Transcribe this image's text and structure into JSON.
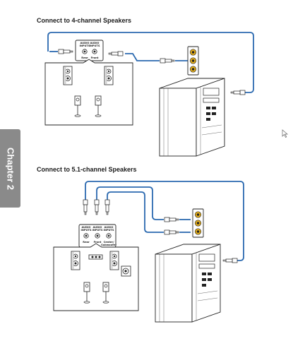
{
  "page": {
    "heading_4ch": "Connect to 4-channel Speakers",
    "heading_51ch": "Connect to 5.1-channel Speakers",
    "chapter_tab": "Chapter 2"
  },
  "diagram_4ch": {
    "jacks": [
      {
        "line1": "AUDIO",
        "line2": "INPUTS",
        "name": "Rear"
      },
      {
        "line1": "AUDIO",
        "line2": "INPUTS",
        "name": "Front"
      }
    ]
  },
  "diagram_51ch": {
    "jacks": [
      {
        "line1": "AUDIO",
        "line2": "INPUTS",
        "name": "Rear"
      },
      {
        "line1": "AUDIO",
        "line2": "INPUTS",
        "name": "Front"
      },
      {
        "line1": "AUDIO",
        "line2": "INPUTS",
        "name": "Center/",
        "name2": "Subwoofer"
      }
    ]
  },
  "colors": {
    "cable_blue": "#2c6ab0",
    "jack_yellow": "#e9b11a",
    "chapter_tab_gray": "#8a8a8a"
  }
}
